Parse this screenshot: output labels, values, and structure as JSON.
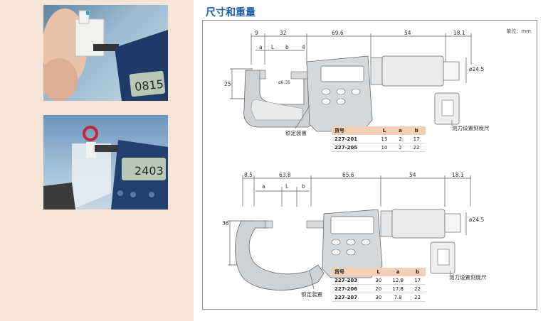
{
  "section_title": "尺寸和重量",
  "unit_label": "单位：mm",
  "photos": {
    "top_display": "0815",
    "bottom_display": "2403"
  },
  "drawing1": {
    "dims_top": [
      "9",
      "32",
      "69.6",
      "54",
      "18.1"
    ],
    "sub_dims": [
      "a",
      "L",
      "b",
      "4"
    ],
    "left_dim": "25",
    "right_dim": "ø24.5",
    "spindle_dim": "ø6.35",
    "lock_label": "锁定装置",
    "gauge_label": "测力设置刻度尺"
  },
  "table1": {
    "headers": [
      "货号",
      "L",
      "a",
      "b"
    ],
    "rows": [
      [
        "227-201",
        "15",
        "2",
        "17"
      ],
      [
        "227-205",
        "10",
        "2",
        "22"
      ]
    ]
  },
  "drawing2": {
    "dims_top": [
      "8.5",
      "63.8",
      "65.6",
      "54",
      "18.1"
    ],
    "sub_dims": [
      "a",
      "L",
      "b"
    ],
    "left_dim": "36",
    "right_dim": "ø24.5",
    "lock_label": "锁定装置",
    "gauge_label": "测力设置刻度尺"
  },
  "table2": {
    "headers": [
      "货号",
      "L",
      "a",
      "b"
    ],
    "rows": [
      [
        "227-203",
        "30",
        "12.8",
        "17"
      ],
      [
        "227-206",
        "20",
        "17.8",
        "22"
      ],
      [
        "227-207",
        "30",
        "7.8",
        "22"
      ]
    ]
  }
}
